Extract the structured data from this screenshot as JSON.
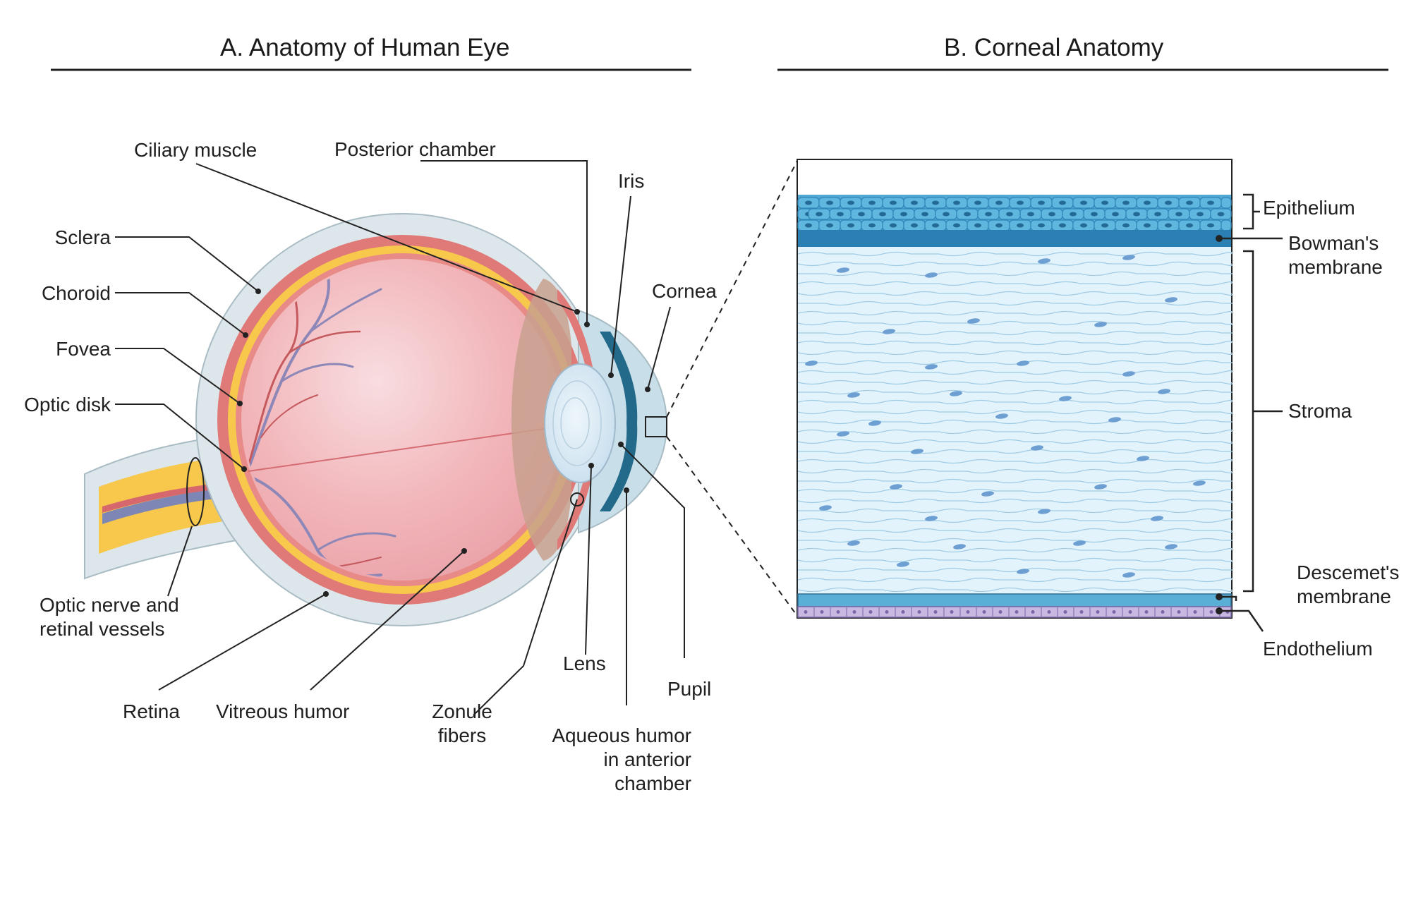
{
  "panels": {
    "a_title": "A. Anatomy of Human Eye",
    "b_title": "B. Corneal Anatomy"
  },
  "eye_labels": {
    "ciliary_muscle": "Ciliary muscle",
    "posterior_chamber": "Posterior chamber",
    "iris": "Iris",
    "sclera": "Sclera",
    "choroid": "Choroid",
    "cornea": "Cornea",
    "fovea": "Fovea",
    "optic_disk": "Optic disk",
    "optic_nerve_1": "Optic nerve and",
    "optic_nerve_2": "retinal vessels",
    "retina": "Retina",
    "vitreous_humor": "Vitreous humor",
    "zonule_1": "Zonule",
    "zonule_2": "fibers",
    "lens": "Lens",
    "pupil": "Pupil",
    "aqueous_1": "Aqueous humor",
    "aqueous_2": "in anterior",
    "aqueous_3": "chamber"
  },
  "cornea_labels": {
    "epithelium": "Epithelium",
    "bowman_1": "Bowman's",
    "bowman_2": "membrane",
    "stroma": "Stroma",
    "descemet_1": "Descemet's",
    "descemet_2": "membrane",
    "endothelium": "Endothelium"
  },
  "colors": {
    "sclera": "#dde6ea",
    "choroid": "#e07a78",
    "retina": "#f9c74f",
    "vitreous": "#f2b8bc",
    "lens": "#d7e8f3",
    "iris": "#236a8a",
    "epithelium": "#4fa9d4",
    "bowman": "#2c7fb3",
    "stroma": "#e3f3fb",
    "descemet": "#5aafd6",
    "endothelium": "#c8b8e2"
  }
}
